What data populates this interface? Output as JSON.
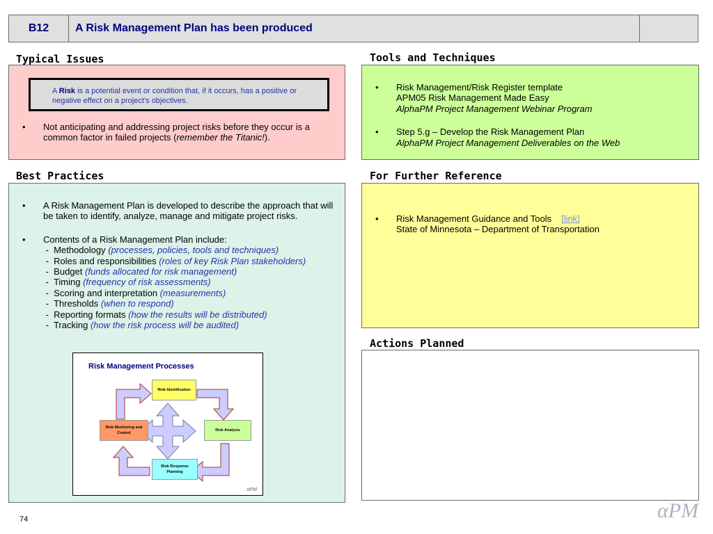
{
  "header": {
    "code": "B12",
    "title": "A Risk Management Plan has been produced"
  },
  "typical_issues": {
    "title": "Typical Issues",
    "definition": {
      "prefix": "A ",
      "term": "Risk",
      "text": " is a potential event or condition that, if it occurs, has a positive or negative effect on a project’s objectives."
    },
    "bullets": [
      {
        "text": "Not anticipating and addressing project risks before they occur is a common factor in failed projects  (",
        "italic": "remember the Titanic!",
        "suffix": ")."
      }
    ]
  },
  "tools": {
    "title": "Tools and Techniques",
    "bullets": [
      {
        "line1": "Risk Management/Risk Register template",
        "line2": "APM05 Risk Management Made Easy",
        "line3": "AlphaPM Project Management Webinar Program"
      },
      {
        "line1": "Step 5.g – Develop the Risk Management Plan",
        "line2": "AlphaPM Project Management Deliverables on the Web"
      }
    ]
  },
  "best_practices": {
    "title": "Best Practices",
    "bullet1": "A Risk Management Plan is developed to describe the approach that will be taken to identify, analyze, manage and mitigate project risks.",
    "bullet2_intro": "Contents of a Risk Management Plan include:",
    "items": [
      {
        "label": "Methodology",
        "note": "(processes, policies, tools and techniques)"
      },
      {
        "label": "Roles and responsibilities",
        "note": "(roles of key Risk Plan stakeholders)"
      },
      {
        "label": "Budget",
        "note": "(funds allocated for risk management)"
      },
      {
        "label": "Timing",
        "note": "(frequency of risk assessments)"
      },
      {
        "label": "Scoring and interpretation",
        "note": "(measurements)"
      },
      {
        "label": "Thresholds",
        "note": "(when to respond)"
      },
      {
        "label": "Reporting formats",
        "note": "(how the results will be distributed)"
      },
      {
        "label": "Tracking",
        "note": "(how the risk process will be audited)"
      }
    ],
    "diagram": {
      "title": "Risk Management Processes",
      "nodes": {
        "identification": "Risk Identification",
        "analysis": "Risk Analysis",
        "response": "Risk Response Planning",
        "monitoring": "Risk Monitoring and Control"
      },
      "credit": "αPM"
    }
  },
  "further_reference": {
    "title": "For Further Reference",
    "line1": "Risk Management Guidance and Tools",
    "link": "[link]",
    "line2": "State of Minnesota – Department of Transportation"
  },
  "actions": {
    "title": "Actions Planned"
  },
  "footer": {
    "page": "74",
    "brand": "αPM"
  },
  "bullet_char": "•",
  "colors": {
    "header_text": "#000080",
    "issues_bg": "#ffcccc",
    "tools_bg": "#ccff99",
    "practices_bg": "#ddf2e8",
    "reference_bg": "#ffff99",
    "note_text": "#2233aa"
  }
}
